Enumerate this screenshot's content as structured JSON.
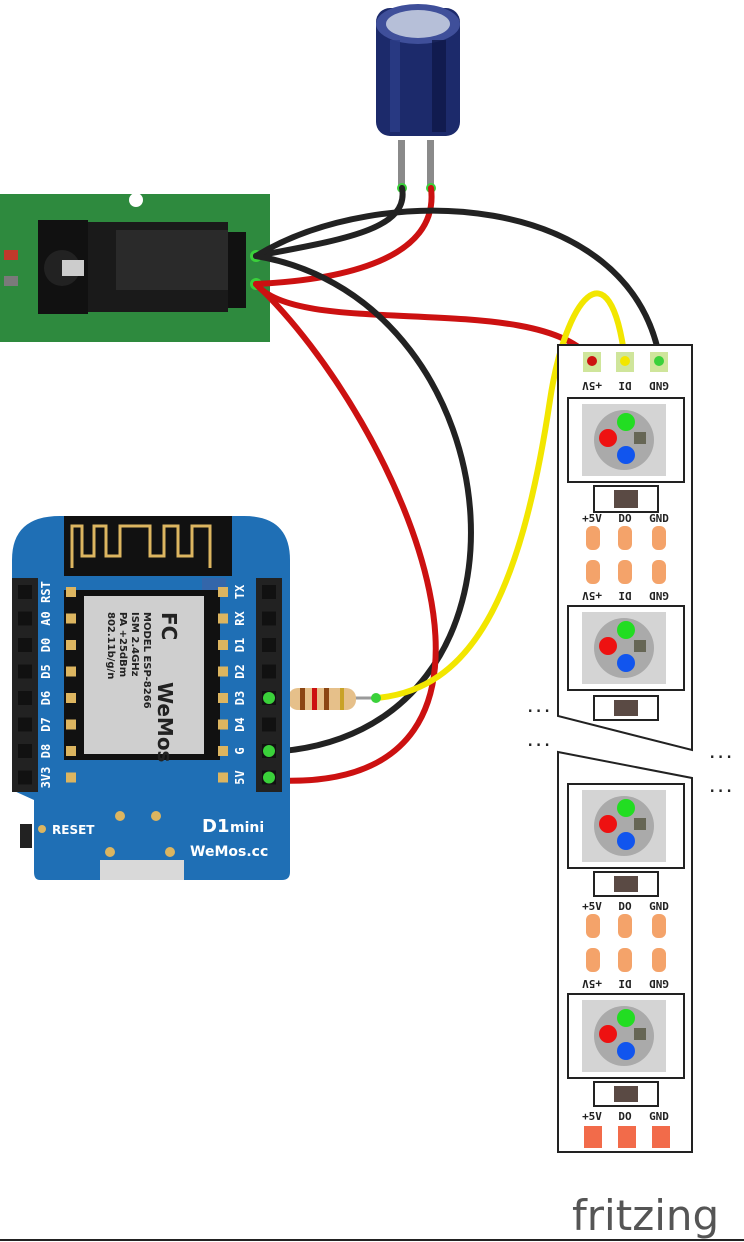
{
  "d1mini": {
    "board_label": "D1",
    "board_sub": "mini",
    "site": "WeMos.cc",
    "reset": "RESET",
    "left_pins": [
      "RST",
      "A0",
      "D0",
      "D5",
      "D6",
      "D7",
      "D8",
      "3V3"
    ],
    "right_pins": [
      "TX",
      "RX",
      "D1",
      "D2",
      "D3",
      "D4",
      "G",
      "5V"
    ],
    "shield": {
      "brand": "WeMos",
      "fcc": "FC",
      "model": "MODEL  ESP-8266",
      "ism": "ISM 2.4GHz",
      "pa": "PA +25dBm",
      "wifi": "802.11b/g/n"
    }
  },
  "led_strip": {
    "top_labels": [
      "+5V",
      "DI",
      "GND"
    ],
    "mid_labels_out": [
      "+5V",
      "DO",
      "GND"
    ],
    "mid_labels_in": [
      "+5V",
      "DI",
      "GND"
    ],
    "ellipsis": "..."
  },
  "watermark": "fritzing",
  "colors": {
    "wire_red": "#cc1111",
    "wire_black": "#222222",
    "wire_yellow": "#f2e600",
    "board_blue": "#1f6fb5",
    "jack_pcb": "#2e8a3e",
    "pad_orange": "#f4a36a"
  }
}
